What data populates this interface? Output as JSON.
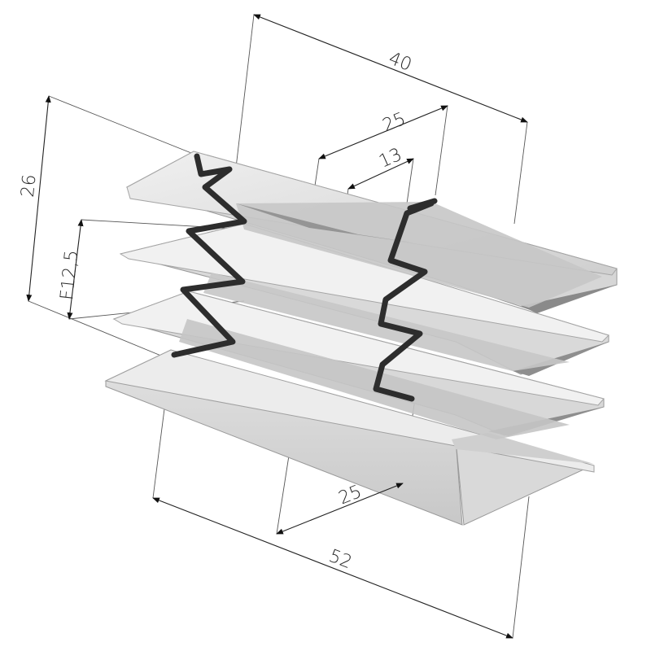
{
  "dimensions": {
    "overall_depth": "40",
    "outer_width": "25",
    "inner_width": "13",
    "height": "26",
    "fin_spacing": "F12,5",
    "bottom_width": "25",
    "overall_length": "52"
  },
  "colors": {
    "body_light": "#e6e6e6",
    "body_mid": "#d2d2d2",
    "body_dark": "#b4b4b4",
    "shadow": "#8c8c8c",
    "profile": "#2d2d2d",
    "dimension_line": "#222222"
  }
}
